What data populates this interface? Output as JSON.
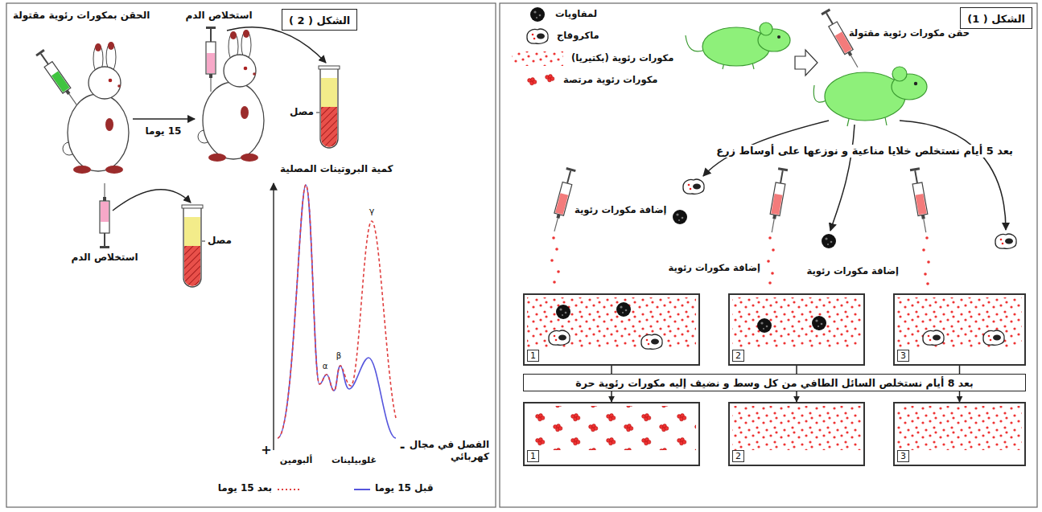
{
  "diagram": {
    "nodes": [
      {
        "text": [
          "الشكل ( 1)"
        ]
      },
      {
        "text": [
          "1"
        ]
      },
      {
        "text": [
          "2"
        ]
      },
      {
        "text": [
          "3"
        ]
      },
      {
        "text": [
          "بعد 8 أيام نستخلص السائل الطافي من كل وسط و نضيف إليه مكورات رئوية حرة"
        ]
      },
      {
        "text": [
          "1"
        ]
      },
      {
        "text": [
          "2"
        ]
      },
      {
        "text": [
          "3"
        ]
      },
      {
        "text": [
          "الشكل ( 2 )"
        ]
      }
    ],
    "edges": [
      {
        "from": 1,
        "to": 4,
        "arrow": "none"
      },
      {
        "from": 2,
        "to": 4,
        "arrow": "none"
      },
      {
        "from": 3,
        "to": 4,
        "arrow": "none"
      },
      {
        "from": 4,
        "to": 5,
        "arrow": "to"
      },
      {
        "from": 4,
        "to": 6,
        "arrow": "to"
      },
      {
        "from": 4,
        "to": 7,
        "arrow": "to"
      }
    ],
    "labels": [
      "حقن مكورات رئوية مقتولة",
      "بعد 5 أيام نستخلص خلايا مناعية و نوزعها على أوساط زرع",
      "إضافة مكورات رئوية",
      "إضافة مكورات رئوية",
      "إضافة مكورات رئوية",
      "الحقن بمكورات رئوية مقتولة",
      "استخلاص الدم",
      "استخلاص الدم",
      "15 يوما",
      "مصل",
      "مصل",
      "كمية البروتينات المصلية",
      "+",
      "-",
      "ألبومين",
      "غلوبيلينات",
      "α",
      "β",
      "γ",
      "الفصل في مجال كهربائي"
    ],
    "legend": [
      {
        "text": "لمفاويات"
      },
      {
        "text": "ماكروفاج"
      },
      {
        "text": "مكورات رئوية (بكتيريا)"
      },
      {
        "text": "مكورات رئوية مرتصة"
      },
      {
        "text": "قبل 15 يوما"
      },
      {
        "text": "بعد 15 يوما"
      }
    ]
  }
}
